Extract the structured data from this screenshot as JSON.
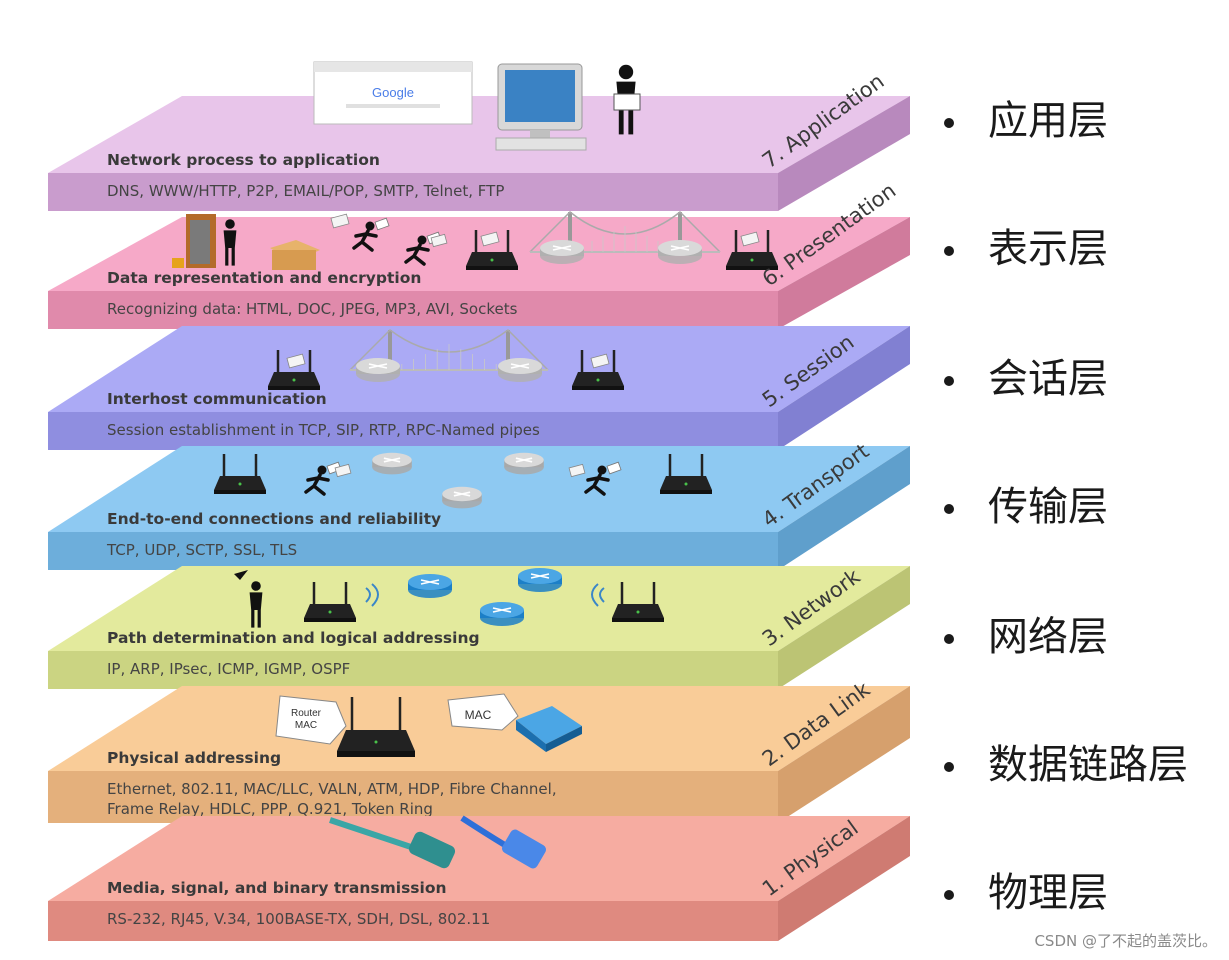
{
  "layers": [
    {
      "name": "7. Application",
      "description": "Network process to application",
      "protocols": [
        "DNS, WWW/HTTP, P2P, EMAIL/POP, SMTP, Telnet, FTP"
      ],
      "icon": "browser-computer-person-icon",
      "browser_logo": "Google",
      "colors": {
        "top": "#e8c5ea",
        "front": "#c99ccd",
        "side": "#b889bd"
      }
    },
    {
      "name": "6. Presentation",
      "description": "Data representation and encryption",
      "protocols": [
        "Recognizing data: HTML, DOC, JPEG, MP3, AVI, Sockets"
      ],
      "icon": "encryption-courier-routers-icon",
      "colors": {
        "top": "#f6a9c8",
        "front": "#e08aab",
        "side": "#d07b9c"
      }
    },
    {
      "name": "5. Session",
      "description": "Interhost communication",
      "protocols": [
        "Session establishment in TCP, SIP, RTP, RPC-Named pipes"
      ],
      "icon": "routers-bridge-icon",
      "colors": {
        "top": "#abaaf5",
        "front": "#8f8ee0",
        "side": "#8180d2"
      }
    },
    {
      "name": "4. Transport",
      "description": "End-to-end connections and reliability",
      "protocols": [
        "TCP, UDP, SCTP, SSL, TLS"
      ],
      "icon": "routers-courier-icon",
      "colors": {
        "top": "#8ec9f2",
        "front": "#6daedb",
        "side": "#5f9fcc"
      }
    },
    {
      "name": "3. Network",
      "description": "Path determination and logical addressing",
      "protocols": [
        "IP, ARP, IPsec, ICMP, IGMP, OSPF"
      ],
      "icon": "wireless-routers-icon",
      "colors": {
        "top": "#e3ea9d",
        "front": "#cbd482",
        "side": "#bcc474"
      }
    },
    {
      "name": "2. Data Link",
      "description": "Physical addressing",
      "protocols": [
        "Ethernet, 802.11, MAC/LLC, VALN, ATM, HDP, Fibre Channel,",
        "Frame Relay, HDLC,  PPP, Q.921, Token Ring"
      ],
      "icon": "mac-tag-switch-icon",
      "tag_router": "Router\nMAC",
      "tag_mac": "MAC",
      "colors": {
        "top": "#f9cc98",
        "front": "#e4b07c",
        "side": "#d6a06d"
      }
    },
    {
      "name": "1. Physical",
      "description": "Media, signal, and binary transmission",
      "protocols": [
        "RS-232, RJ45, V.34, 100BASE-TX, SDH, DSL, 802.11"
      ],
      "icon": "cable-connector-icon",
      "colors": {
        "top": "#f6aca1",
        "front": "#df8a80",
        "side": "#cf7b72"
      }
    }
  ],
  "chinese_labels": [
    "应用层",
    "表示层",
    "会话层",
    "传输层",
    "网络层",
    "数据链路层",
    "物理层"
  ],
  "watermark": "CSDN @了不起的盖茨比。"
}
